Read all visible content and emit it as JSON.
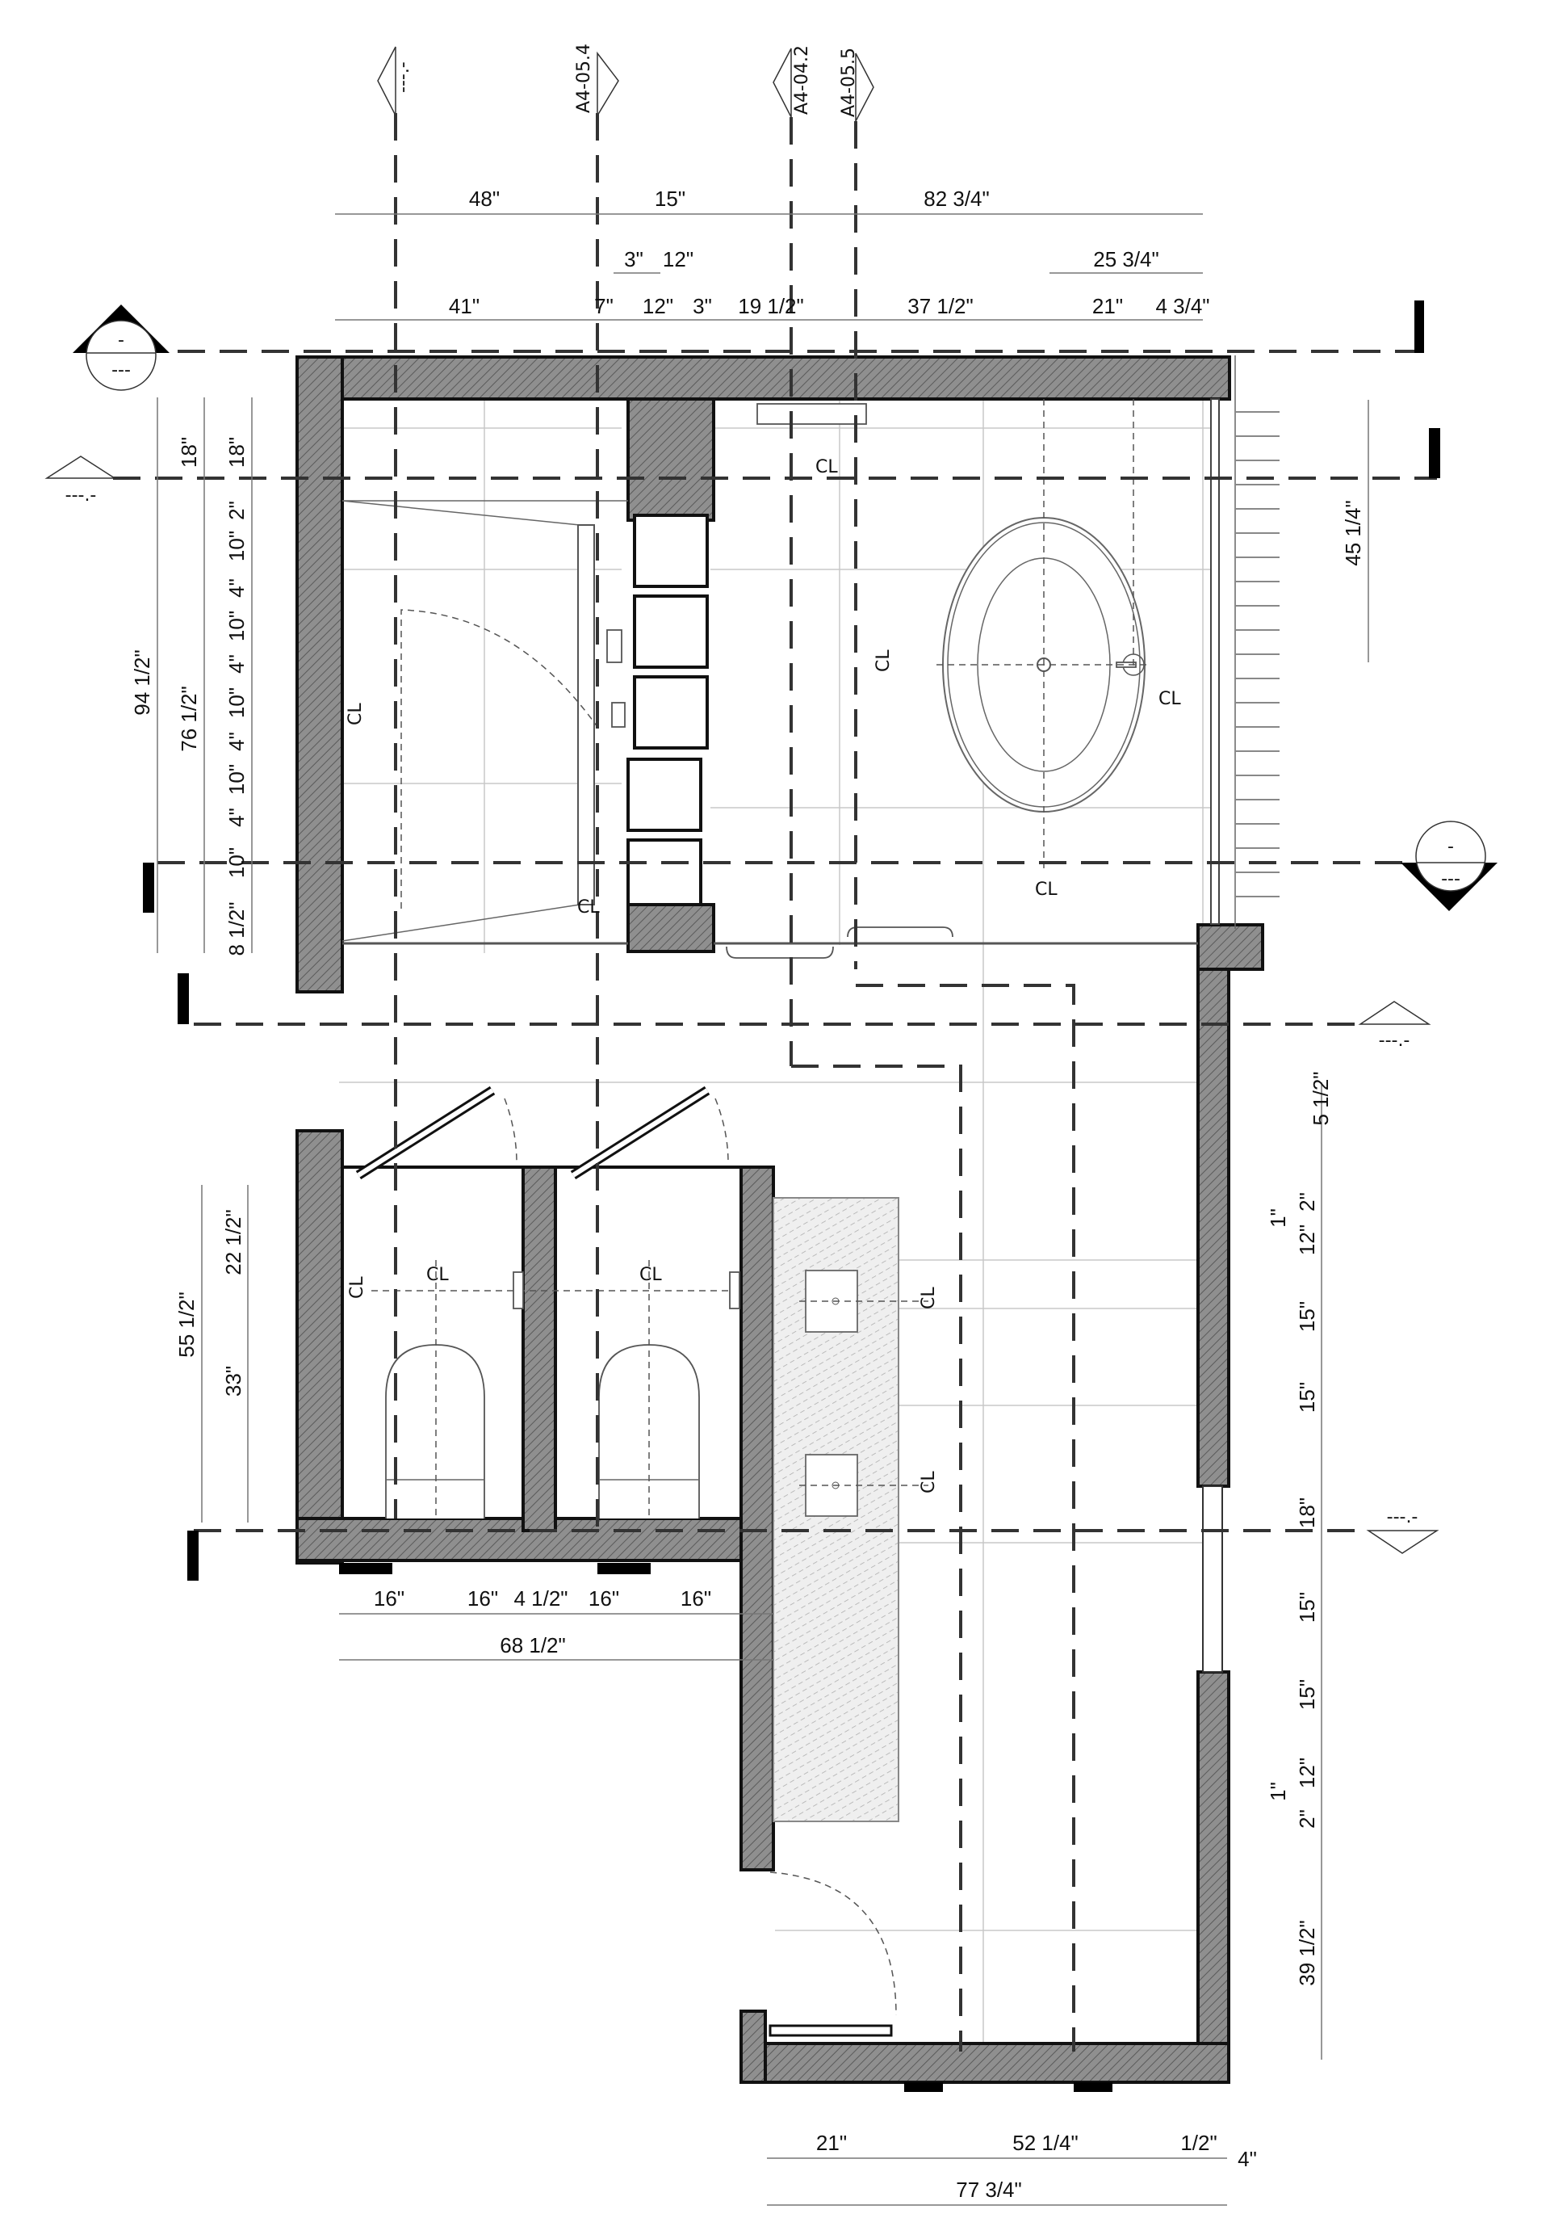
{
  "drawing": {
    "type": "architectural floor plan",
    "subject": "master bathroom with shower, freestanding tub, two WC compartments, double vanity",
    "colors": {
      "wall_fill": "#8f8f8f",
      "line": "#111111",
      "grid": "#c8c8c8",
      "vanity_hatch": "#d8d8d8"
    }
  },
  "section_tags": {
    "top": [
      {
        "label": "---.-"
      },
      {
        "label": "A4-05.4"
      },
      {
        "label": "A4-04.2"
      },
      {
        "label": "A4-05.5"
      }
    ],
    "left_top_marker": {
      "top": "-",
      "bottom": "---"
    },
    "right_mid_marker": {
      "top": "-",
      "bottom": "---"
    },
    "elevation_refs": [
      "---.-",
      "---.-",
      "---.-"
    ]
  },
  "dimensions": {
    "top_row1": [
      "48\"",
      "15\"",
      "82 3/4\""
    ],
    "top_row2": [
      "3\"",
      "12\"",
      "25 3/4\""
    ],
    "top_row3": [
      "41\"",
      "7\"",
      "12\"",
      "3\"",
      "19 1/2\"",
      "37 1/2\"",
      "21\"",
      "4 3/4\""
    ],
    "left_overall": "94 1/2\"",
    "left_sub": "76 1/2\"",
    "left_col2_top": "18\"",
    "left_col3": [
      "18\"",
      "2\"",
      "10\"",
      "4\"",
      "10\"",
      "4\"",
      "10\"",
      "4\"",
      "10\"",
      "4\"",
      "10\"",
      "8 1/2\""
    ],
    "right_tub": "45 1/4\"",
    "wc_left_overall": "55 1/2\"",
    "wc_left_sub": [
      "22 1/2\"",
      "33\""
    ],
    "wc_bottom": [
      "16\"",
      "16\"",
      "4 1/2\"",
      "16\"",
      "16\""
    ],
    "wc_bottom_overall": "68 1/2\"",
    "right_wall": [
      "5 1/2\"",
      "2\"",
      "1\"",
      "12\"",
      "15\"",
      "15\"",
      "18\"",
      "15\"",
      "15\"",
      "12\"",
      "1\"",
      "2\"",
      "39 1/2\""
    ],
    "bottom_row1": [
      "21\"",
      "52 1/4\"",
      "1/2\"",
      "4\""
    ],
    "bottom_overall": "77 3/4\""
  },
  "annotations": {
    "centerline_symbol": "CL"
  }
}
